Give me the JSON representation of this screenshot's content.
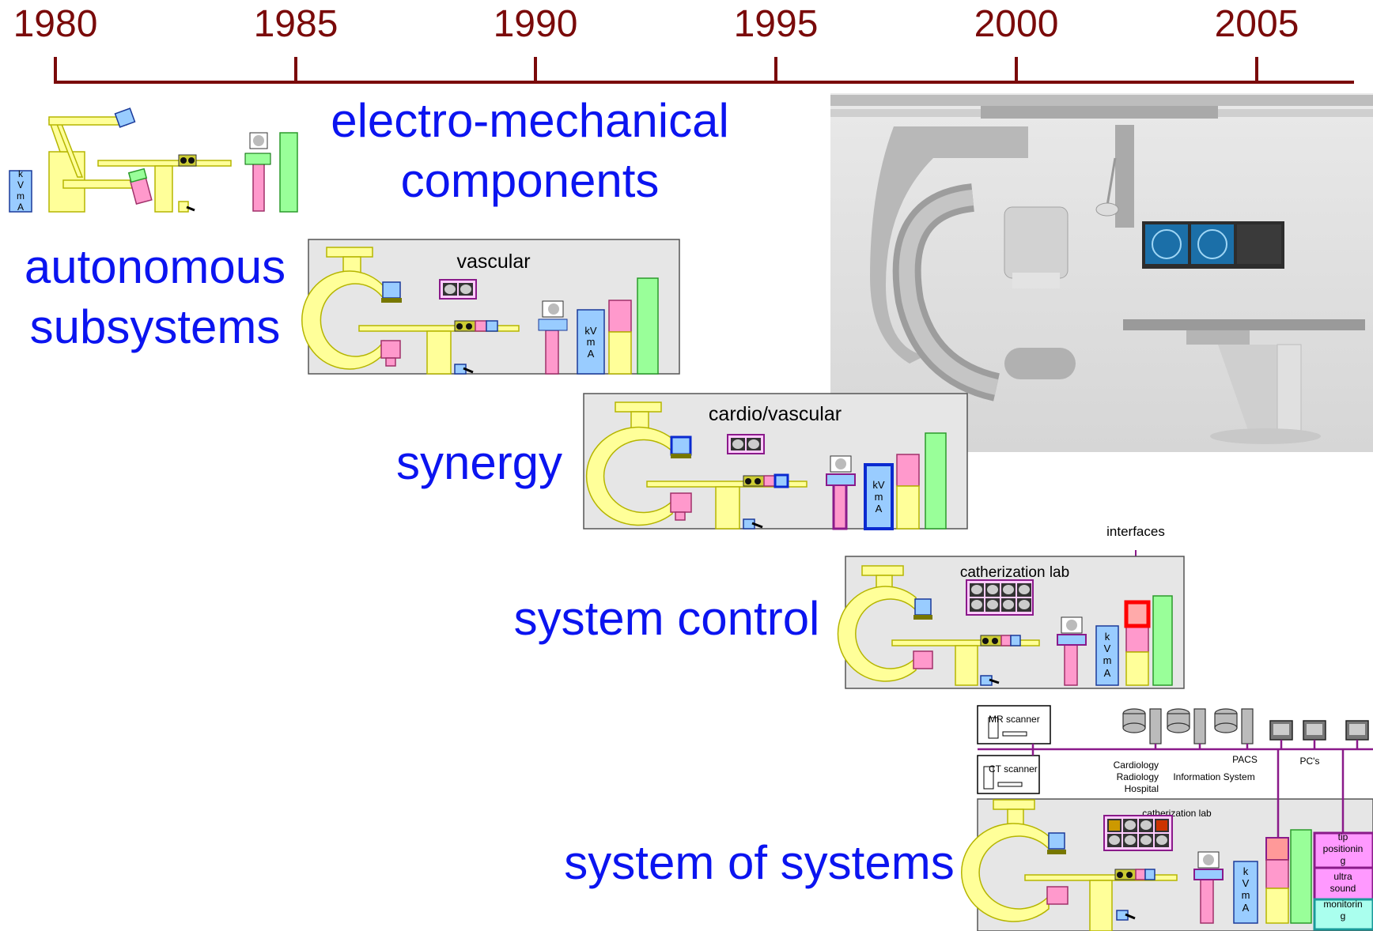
{
  "timeline": {
    "years": [
      "1980",
      "1985",
      "1990",
      "1995",
      "2000",
      "2005"
    ],
    "color": "#7a0a0a"
  },
  "stages": {
    "electro_mechanical": "electro-mechanical\ncomponents",
    "electro_line1": "electro-mechanical",
    "electro_line2": "components",
    "autonomous_line1": "autonomous",
    "autonomous_line2": "subsystems",
    "synergy": "synergy",
    "system_control": "system control",
    "system_of_systems": "system of systems",
    "color": "#0b14f0"
  },
  "panels": {
    "vascular": "vascular",
    "cardio": "cardio/vascular",
    "cathlab": "catherization lab",
    "interfaces": "interfaces",
    "cathlab_small": "catherization lab"
  },
  "generator": {
    "k": "k",
    "v": "V",
    "m": "m",
    "a": "A",
    "kv": "kV"
  },
  "network": {
    "mr_scanner": "MR scanner",
    "ct_scanner": "CT scanner",
    "cardiology": "Cardiology",
    "radiology": "Radiology",
    "hospital": "Hospital",
    "pacs": "PACS",
    "info_system": "Information System",
    "pcs": "PC's",
    "tip_positioning": "tip positioning",
    "ultra_sound": "ultra sound",
    "monitoring": "monitoring"
  },
  "colors": {
    "yellow": "#ffff99",
    "pink": "#ff99cc",
    "blue": "#99ccff",
    "green": "#99ff99",
    "magenta": "#8a1a8a",
    "red": "#ff0000"
  }
}
